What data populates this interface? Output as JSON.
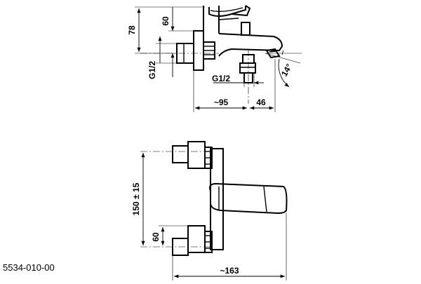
{
  "dimensions": {
    "top_height": "78",
    "top_inlet_offset": "60",
    "top_thread_left": "G1/2",
    "top_thread_spout": "G1/2",
    "top_angle": "14°",
    "top_depth": "~95",
    "top_spout_offset": "46",
    "bottom_spacing": "150 ± 15",
    "bottom_inlet_offset": "60",
    "bottom_length": "~163"
  },
  "part_number": "5534-010-00"
}
